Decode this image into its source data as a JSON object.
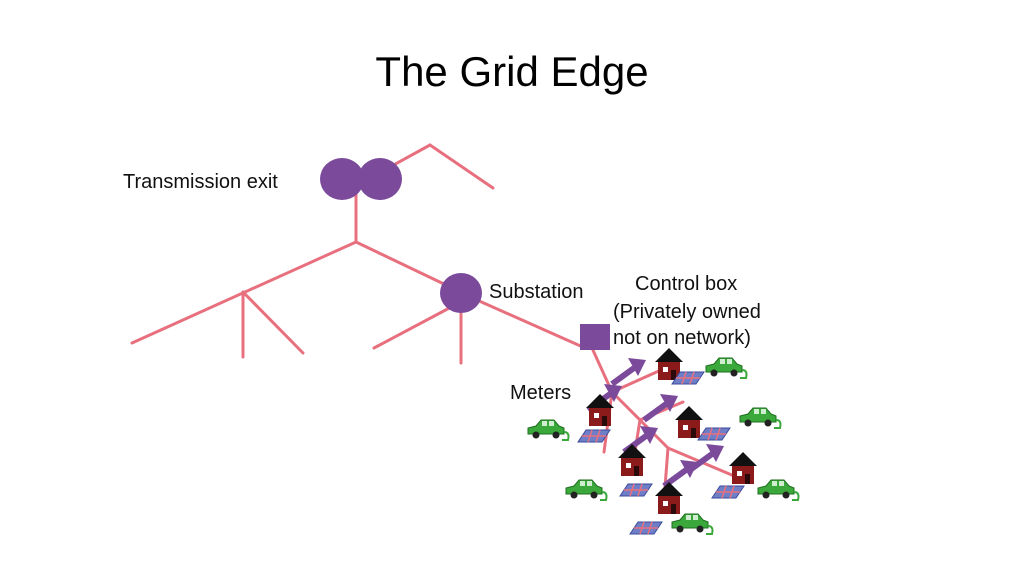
{
  "title": "The Grid Edge",
  "labels": {
    "transmission_exit": "Transmission exit",
    "substation": "Substation",
    "control_box_line1": "Control box",
    "control_box_line2": "(Privately owned",
    "control_box_line3": "not on network)",
    "meters": "Meters"
  },
  "colors": {
    "line": "#e8707e",
    "node": "#7b4a9b",
    "house_body": "#8b1a1a",
    "house_roof": "#111111",
    "car": "#3aa83a",
    "solar_panel": "#6f7fc7"
  },
  "icons": [
    "house-icon",
    "car-icon",
    "solar-panel-icon",
    "arrow-icon"
  ]
}
